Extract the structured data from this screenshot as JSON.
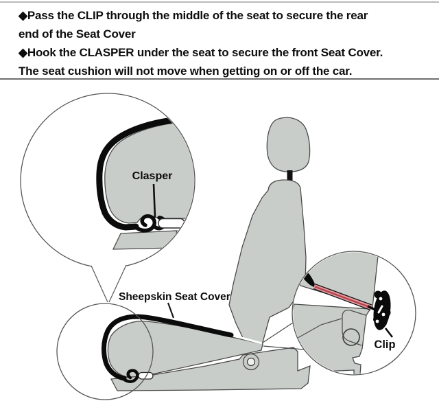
{
  "instructions": {
    "lines": [
      "◆Pass the CLIP through the middle of the seat to secure the rear",
      "end of the Seat Cover",
      "◆Hook the CLASPER under the seat to secure the front Seat Cover.",
      "The seat cushion will not move when getting on or off the car."
    ]
  },
  "diagram": {
    "labels": {
      "clasper": "Clasper",
      "seat_cover": "Sheepskin Seat Cover",
      "clip": "Clip"
    },
    "colors": {
      "seat_gray": "#c9cdc9",
      "outline": "#4a4a4a",
      "cover_black": "#0b0b0b",
      "strap_pink": "#e59aa1",
      "strap_red": "#b4434b",
      "divider": "#6e6e6e",
      "circle_outline": "#555555"
    }
  }
}
